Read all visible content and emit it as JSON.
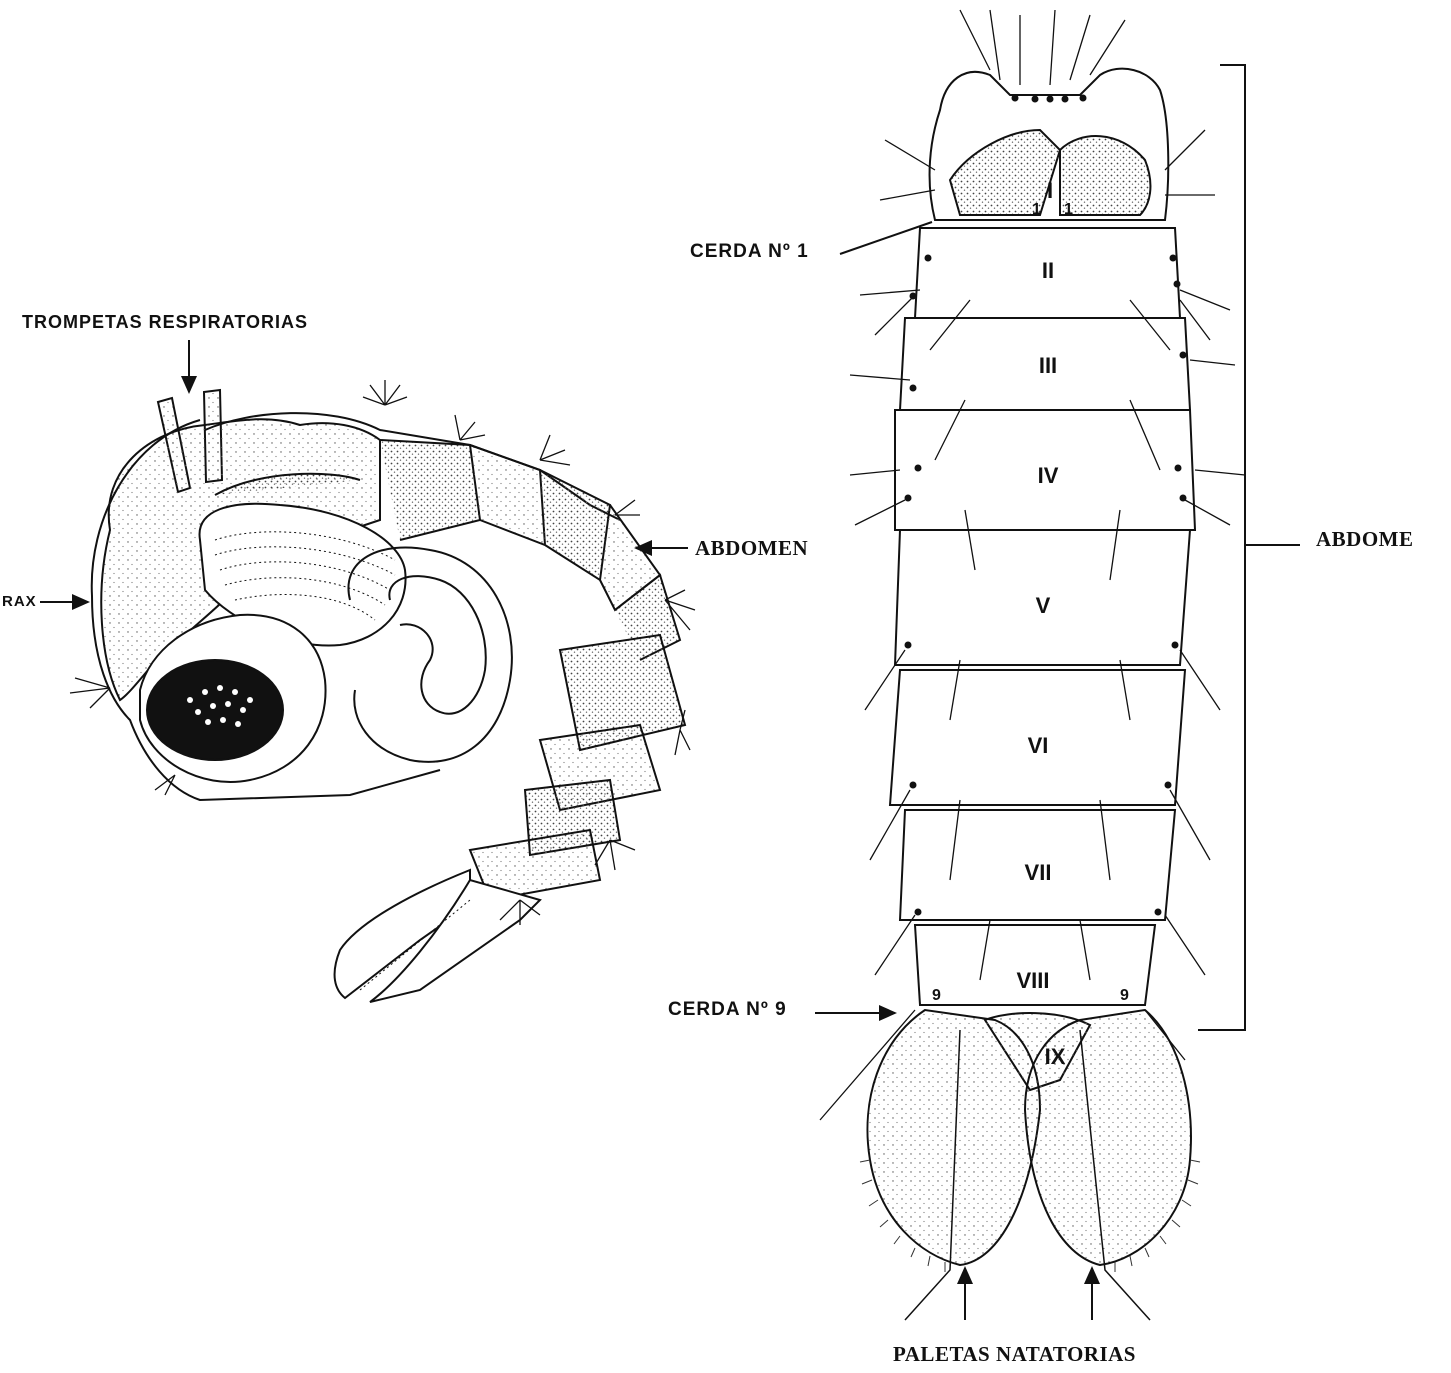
{
  "labels": {
    "trompetas": "TROMPETAS  RESPIRATORIAS",
    "torax": "RAX",
    "abdomen_left": "ABDOMEN",
    "abdomen_right": "ABDOME",
    "cerda1": "CERDA Nº 1",
    "cerda9": "CERDA Nº 9",
    "paletas": "PALETAS NATATORIAS"
  },
  "segments": [
    "I",
    "II",
    "III",
    "IV",
    "V",
    "VI",
    "VII",
    "VIII",
    "IX"
  ],
  "seta_numbers": {
    "one_left": "1",
    "one_right": "1",
    "nine_left": "9",
    "nine_right": "9"
  },
  "colors": {
    "ink": "#111111",
    "stipple": "#444444",
    "background": "#ffffff"
  }
}
